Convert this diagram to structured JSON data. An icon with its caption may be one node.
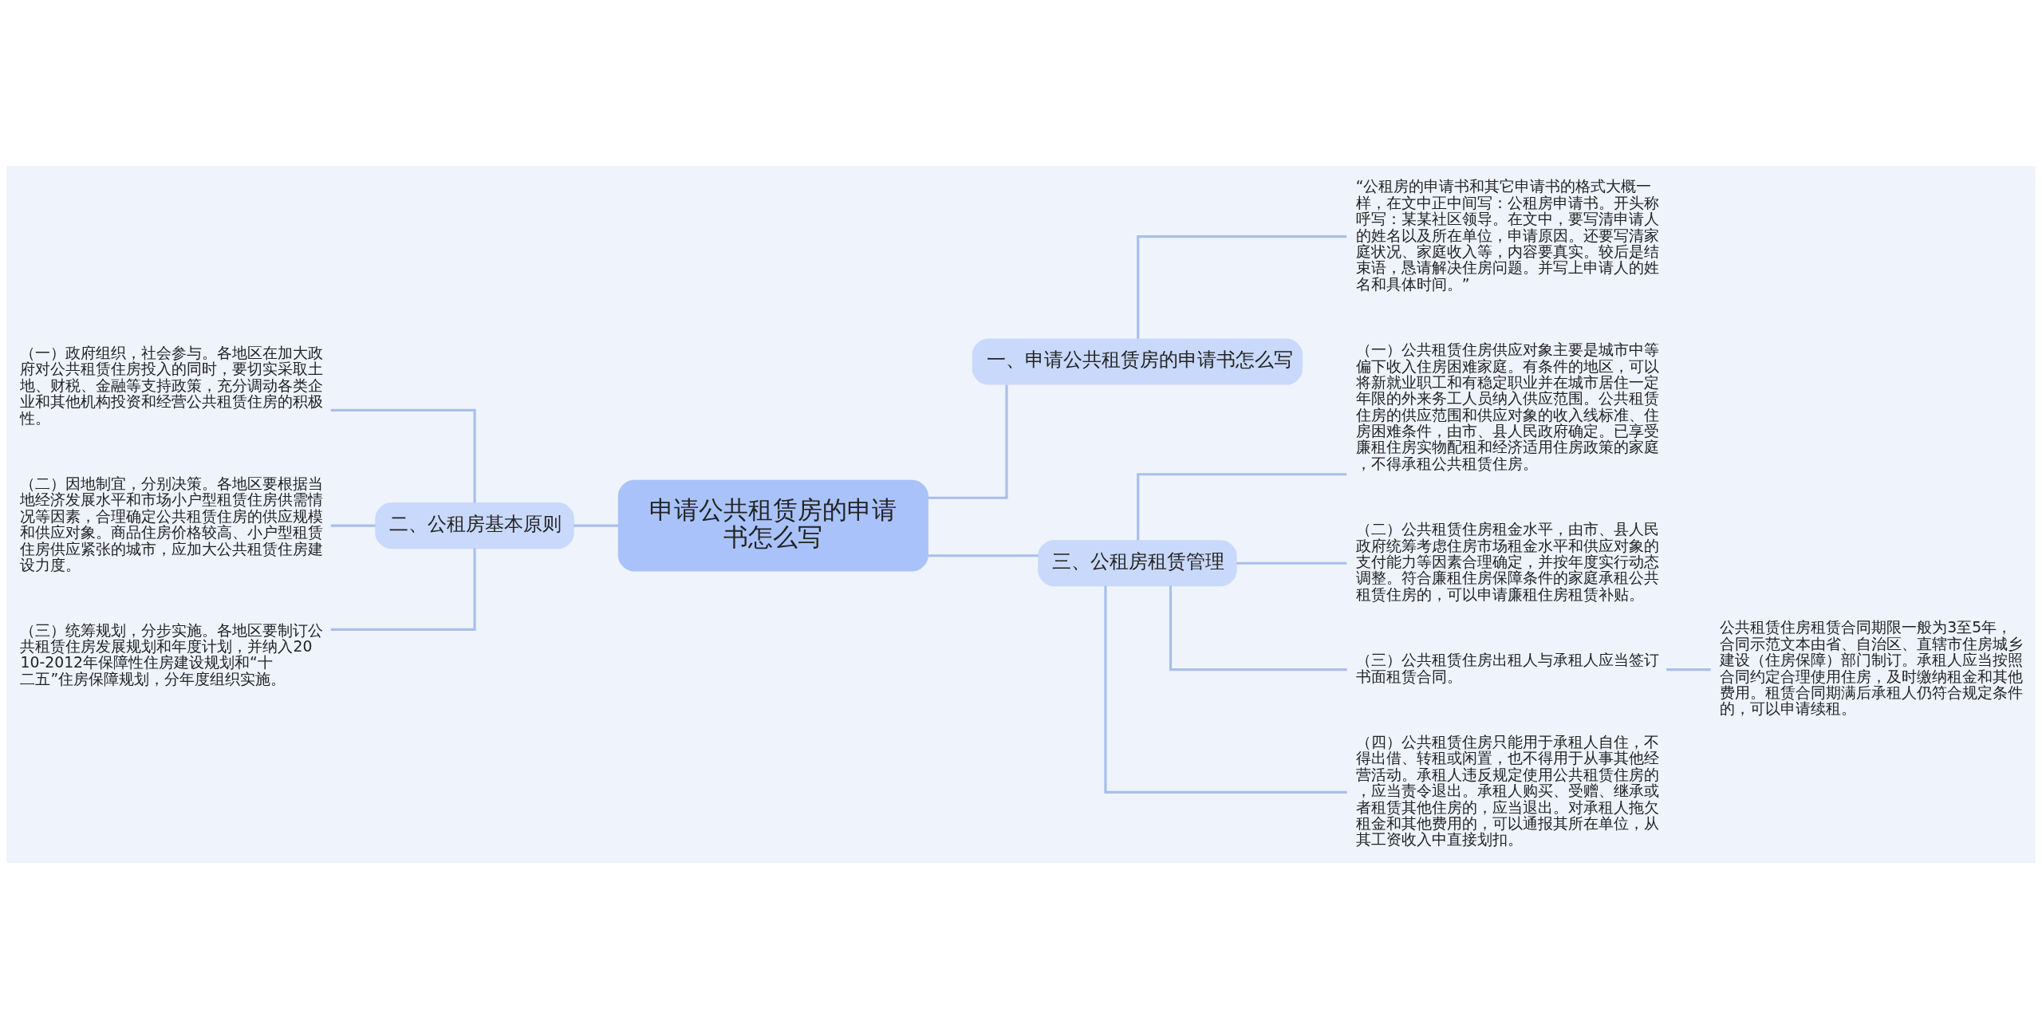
{
  "diagram": {
    "nodes": [
      {
        "text": [
          "申请公共租赁房的申请书怎么写"
        ]
      },
      {
        "text": [
          "一、申请公共租赁房的申请书怎么写"
        ]
      },
      {
        "text": [
          "“公租房的申请书和其它申请书的格式大概一样，在文中正中间写：公租房申请书。开头称呼写：某某社区领导。在文中，要写清申请人的姓名以及所在单位，申请原因。还要写清家庭状况、家庭收入等，内容要真实。较后是结束语，恳请解决住房问题。并写上申请人的姓名和具体时间。”"
        ]
      },
      {
        "text": [
          "二、公租房基本原则"
        ]
      },
      {
        "text": [
          "（一）政府组织，社会参与。各地区在加大政府对公共租赁住房投入的同时，要切实采取土地、财税、金融等支持政策，充分调动各类企业和其他机构投资和经营公共租赁住房的积极性。"
        ]
      },
      {
        "text": [
          "（二）因地制宜，分别决策。各地区要根据当地经济发展水平和市场小户型租赁住房供需情况等因素，合理确定公共租赁住房的供应规模和供应对象。商品住房价格较高、小户型租赁住房供应紧张的城市，应加大公共租赁住房建设力度。"
        ]
      },
      {
        "text": [
          "（三）统筹规划，分步实施。各地区要制订公共租赁住房发展规划和年度计划，并纳入2010-2012年保障性住房建设规划和“十二五”住房保障规划，分年度组织实施。"
        ]
      },
      {
        "text": [
          "三、公租房租赁管理"
        ]
      },
      {
        "text": [
          "（一）公共租赁住房供应对象主要是城市中等偏下收入住房困难家庭。有条件的地区，可以将新就业职工和有稳定职业并在城市居住一定年限的外来务工人员纳入供应范围。公共租赁住房的供应范围和供应对象的收入线标准、住房困难条件，由市、县人民政府确定。已享受廉租住房实物配租和经济适用住房政策的家庭，不得承租公共租赁住房。"
        ]
      },
      {
        "text": [
          "（二）公共租赁住房租金水平，由市、县人民政府统筹考虑住房市场租金水平和供应对象的支付能力等因素合理确定，并按年度实行动态调整。符合廉租住房保障条件的家庭承租公共租赁住房的，可以申请廉租住房租赁补贴。"
        ]
      },
      {
        "text": [
          "（三）公共租赁住房出租人与承租人应当签订书面租赁合同。"
        ]
      },
      {
        "text": [
          "（四）公共租赁住房只能用于承租人自住，不得出借、转租或闲置，也不得用于从事其他经营活动。承租人违反规定使用公共租赁住房的，应当责令退出。承租人购买、受赠、继承或者租赁其他住房的，应当退出。对承租人拖欠租金和其他费用的，可以通报其所在单位，从其工资收入中直接划扣。"
        ]
      },
      {
        "text": [
          "公共租赁住房租赁合同期限一般为3至5年，合同示范文本由省、自治区、直辖市住房城乡建设（住房保障）部门制订。承租人应当按照合同约定合理使用住房，及时缴纳租金和其他费用。租赁合同期满后承租人仍符合规定条件的，可以申请续租。"
        ]
      }
    ],
    "edges": [
      {
        "from": 0,
        "to": 1,
        "arrow": "none"
      },
      {
        "from": 1,
        "to": 2,
        "arrow": "none"
      },
      {
        "from": 0,
        "to": 3,
        "arrow": "none"
      },
      {
        "from": 3,
        "to": 4,
        "arrow": "none"
      },
      {
        "from": 3,
        "to": 5,
        "arrow": "none"
      },
      {
        "from": 3,
        "to": 6,
        "arrow": "none"
      },
      {
        "from": 0,
        "to": 7,
        "arrow": "none"
      },
      {
        "from": 7,
        "to": 8,
        "arrow": "none"
      },
      {
        "from": 7,
        "to": 9,
        "arrow": "none"
      },
      {
        "from": 7,
        "to": 10,
        "arrow": "none"
      },
      {
        "from": 7,
        "to": 11,
        "arrow": "none"
      },
      {
        "from": 10,
        "to": 12,
        "arrow": "none"
      }
    ]
  }
}
